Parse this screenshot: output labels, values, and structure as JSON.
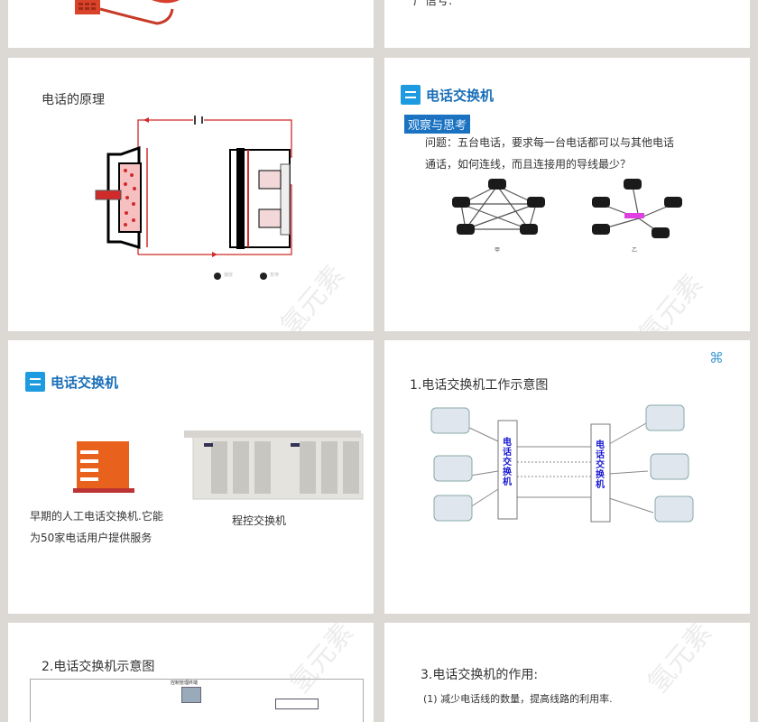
{
  "watermark": "氢元素",
  "slides": {
    "s0_right": {
      "partial_text": "产信号."
    },
    "s1_left": {
      "title": "电话的原理",
      "controls": [
        "播放",
        "暂停"
      ]
    },
    "s1_right": {
      "section_title": "电话交换机",
      "badge": "观察与思考",
      "question_line1": "问题：五台电话，要求每一台电话都可以与其他电话",
      "question_line2": "通话，如何连线，而且连接用的导线最少？",
      "label_a": "甲",
      "label_b": "乙"
    },
    "s2_left": {
      "section_title": "电话交换机",
      "caption_left_1": "早期的人工电话交换机.它能",
      "caption_left_2": "为50家电话用户提供服务",
      "caption_right": "程控交换机"
    },
    "s2_right": {
      "title": "1.电话交换机工作示意图",
      "switch_label": "电话交换机"
    },
    "s3_left": {
      "title": "2.电话交换机示意图",
      "terminal_label": "控制管理终端"
    },
    "s3_right": {
      "title": "3.电话交换机的作用:",
      "item1": "(1) 减少电话线的数量，提高线路的利用率."
    }
  }
}
